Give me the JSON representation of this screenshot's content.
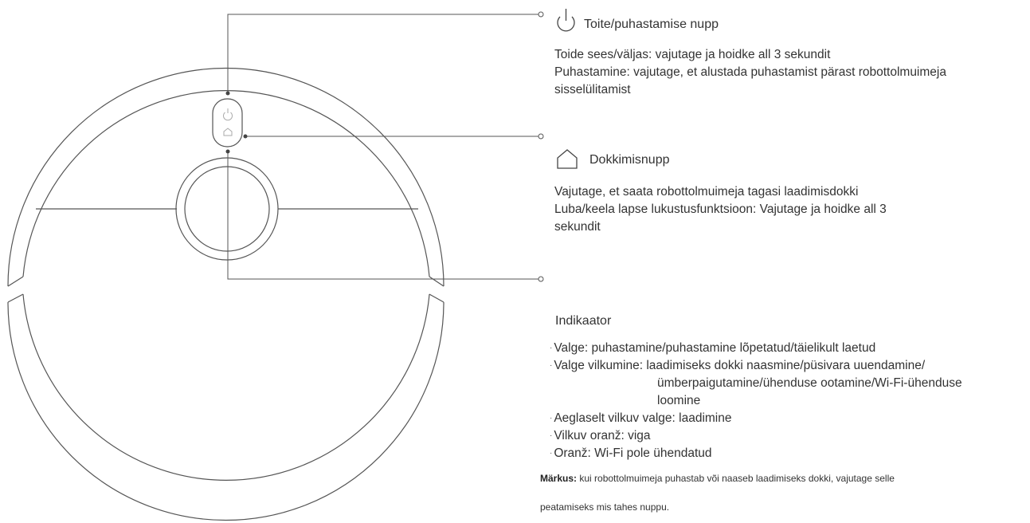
{
  "power_section": {
    "icon": "power-icon",
    "title": "Toite/puhastamise nupp",
    "lines": [
      "Toide sees/väljas: vajutage ja hoidke all 3 sekundit",
      "Puhastamine: vajutage, et alustada puhastamist pärast robottolmuimeja",
      "sisselülitamist"
    ]
  },
  "dock_section": {
    "icon": "home-icon",
    "title": "Dokkimisnupp",
    "lines": [
      "Vajutage, et saata robottolmuimeja tagasi laadimisdokki",
      "Luba/keela lapse lukustusfunktsioon: Vajutage ja hoidke all 3",
      "sekundit"
    ]
  },
  "indicator_section": {
    "title": "Indikaator",
    "items": [
      "Valge: puhastamine/puhastamine lõpetatud/täielikult laetud",
      "Valge vilkumine: laadimiseks dokki naasmine/püsivara uuendamine/",
      "ümberpaigutamine/ühenduse ootamine/Wi-Fi-ühenduse",
      "loomine",
      "Aeglaselt vilkuv valge: laadimine",
      "Vilkuv oranž: viga",
      "Oranž: Wi-Fi pole ühendatud"
    ]
  },
  "note": {
    "label": "Märkus:",
    "text_line1": "kui robottolmuimeja puhastab või naaseb laadimiseks dokki, vajutage selle",
    "text_line2": "peatamiseks mis tahes nuppu."
  }
}
